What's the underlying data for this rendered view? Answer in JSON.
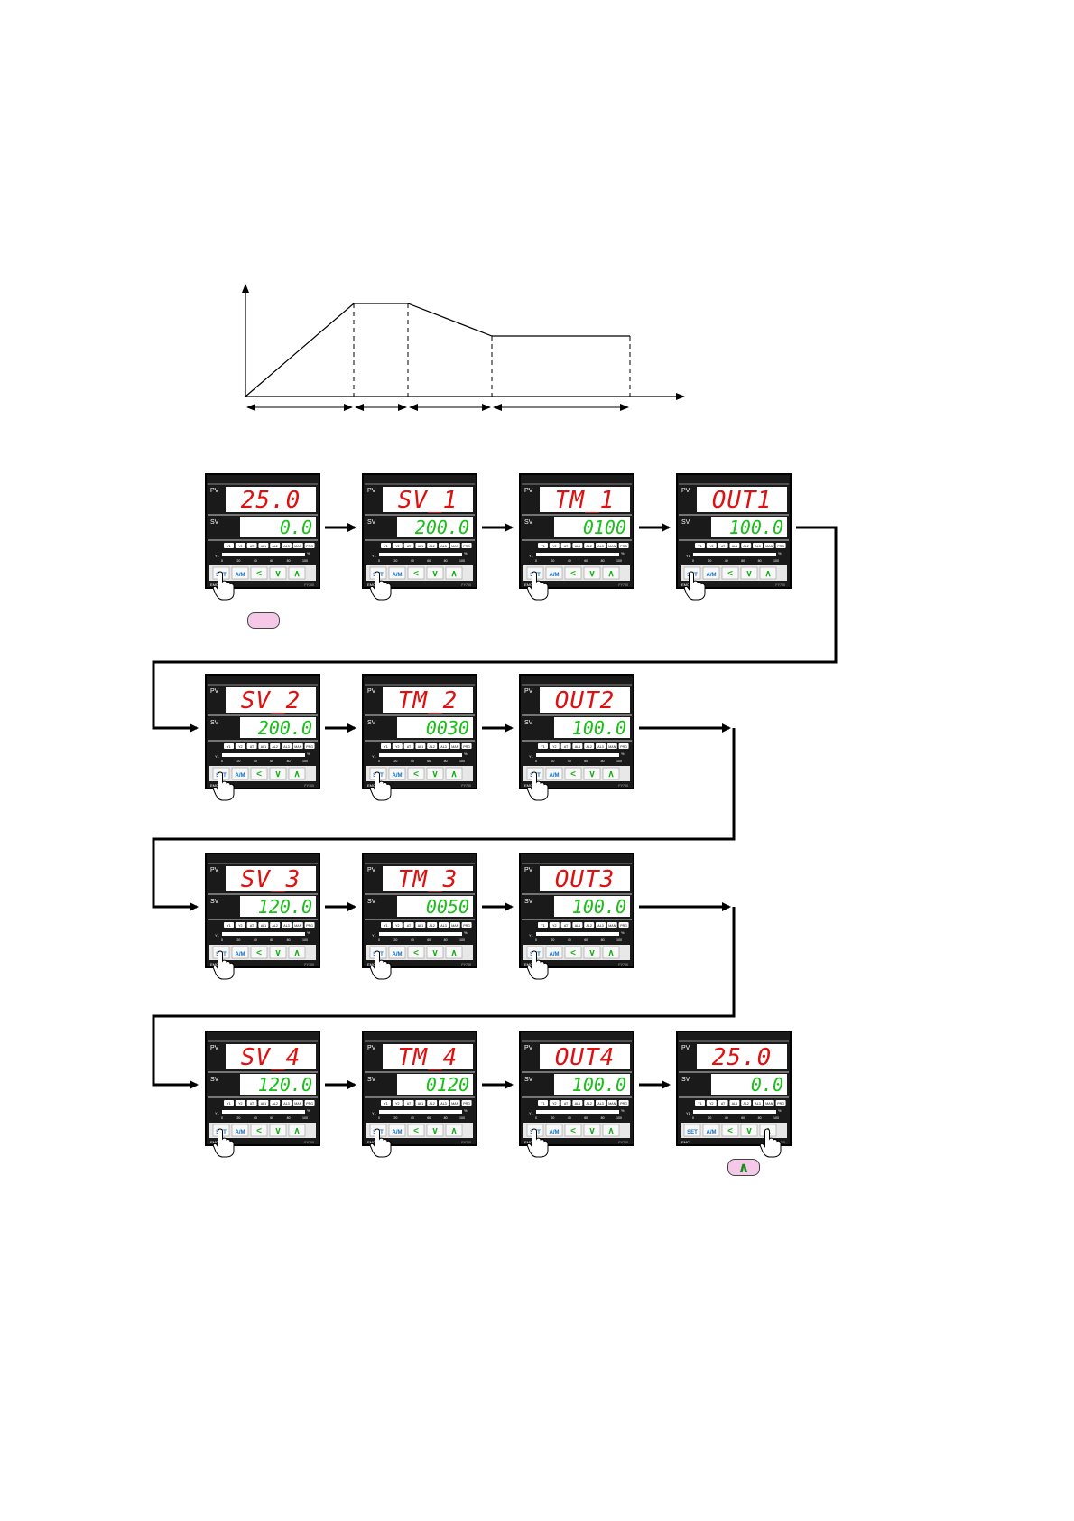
{
  "profile_chart": {
    "segments": 4,
    "ramp_to": 200.0,
    "dwell_at": 200.0,
    "final_level": 120.0,
    "start": 25.0
  },
  "controller": {
    "pv_label": "PV",
    "sv_label": "SV",
    "indicators": [
      "Y1",
      "Y2",
      "AT",
      "AL1",
      "AL2",
      "AL3",
      "MAN",
      "PRG"
    ],
    "bar_label": "Y1",
    "bar_unit": "%",
    "bar_ticks": [
      "0",
      "20",
      "40",
      "60",
      "80",
      "100"
    ],
    "keys": {
      "set": "SET",
      "am": "A/M",
      "left": "<",
      "down": "∨",
      "up": "∧"
    },
    "brand": "EMC",
    "model": "FY700"
  },
  "screens": [
    {
      "pv": "25.0",
      "sv": "0.0",
      "press": "set"
    },
    {
      "pv": "SV_1",
      "sv": "200.0",
      "press": "set"
    },
    {
      "pv": "TM_1",
      "sv": "0100",
      "press": "set"
    },
    {
      "pv": "OUT1",
      "sv": "100.0",
      "press": "set"
    },
    {
      "pv": "SV_2",
      "sv": "200.0",
      "press": "set"
    },
    {
      "pv": "TM_2",
      "sv": "0030",
      "press": "set"
    },
    {
      "pv": "OUT2",
      "sv": "100.0",
      "press": "set"
    },
    {
      "pv": "SV_3",
      "sv": "120.0",
      "press": "set"
    },
    {
      "pv": "TM_3",
      "sv": "0050",
      "press": "set"
    },
    {
      "pv": "OUT3",
      "sv": "100.0",
      "press": "set"
    },
    {
      "pv": "SV_4",
      "sv": "120.0",
      "press": "set"
    },
    {
      "pv": "TM_4",
      "sv": "0120",
      "press": "set"
    },
    {
      "pv": "OUT4",
      "sv": "100.0",
      "press": "set"
    },
    {
      "pv": "25.0",
      "sv": "0.0",
      "press": "up"
    }
  ],
  "key_callouts": {
    "first": "",
    "last": "∧"
  }
}
